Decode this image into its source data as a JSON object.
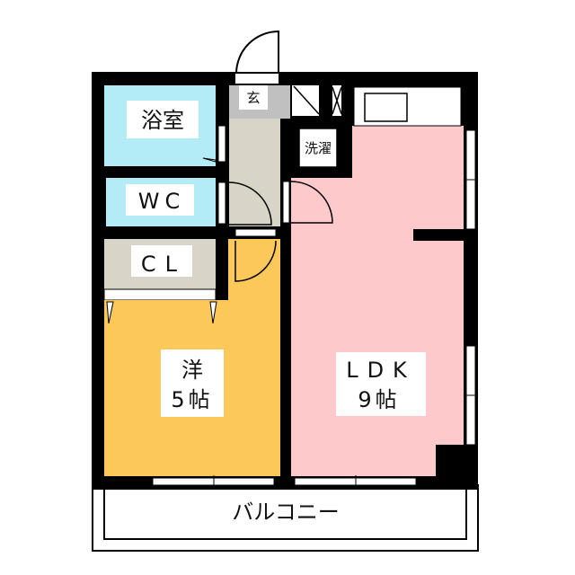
{
  "floorplan": {
    "bath": "浴室",
    "entrance": "玄",
    "laundry": "洗濯",
    "wc": "WC",
    "closet": "CL",
    "western_room": {
      "name": "洋",
      "size": "5帖"
    },
    "ldk": {
      "name": "LDK",
      "size": "9帖"
    },
    "balcony": "バルコニー"
  },
  "colors": {
    "bath": "#b3ecf7",
    "western_room": "#fdc85a",
    "ldk": "#fdc9cb",
    "closet": "#d8d5c8",
    "entrance": "#c0c0c0",
    "wall": "#000000"
  }
}
